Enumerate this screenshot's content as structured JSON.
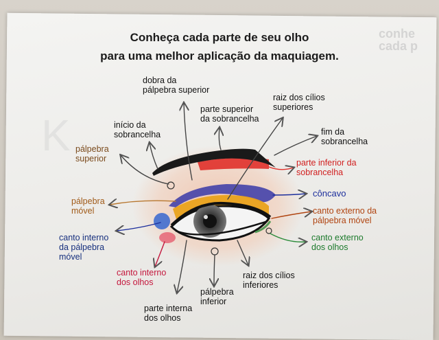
{
  "title": {
    "line1": "Conheça cada parte de seu olho",
    "line2": "para uma melhor aplicação da maquiagem."
  },
  "labels": {
    "dobra_palpebra": [
      "dobra da",
      "pálpebra superior"
    ],
    "parte_superior_sobrancelha": [
      "parte superior",
      "da sobrancelha"
    ],
    "raiz_cilios_superiores": [
      "raiz dos cílios",
      "superiores"
    ],
    "inicio_sobrancelha": [
      "início da",
      "sobrancelha"
    ],
    "fim_sobrancelha": [
      "fim da",
      "sobrancelha"
    ],
    "palpebra_superior": [
      "pálpebra",
      "superior"
    ],
    "parte_inferior_sobrancelha": [
      "parte inferior da",
      "sobrancelha"
    ],
    "concavo": [
      "côncavo"
    ],
    "palpebra_movel": [
      "pálpebra",
      "móvel"
    ],
    "canto_externo_palpebra_movel": [
      "canto externo da",
      "pálpebra móvel"
    ],
    "canto_interno_palpebra_movel": [
      "canto interno",
      "da pálpebra",
      "móvel"
    ],
    "canto_externo_olhos": [
      "canto externo",
      "dos olhos"
    ],
    "canto_interno_olhos": [
      "canto interno",
      "dos olhos"
    ],
    "raiz_cilios_inferiores": [
      "raiz dos cílios",
      "inferiores"
    ],
    "palpebra_inferior": [
      "pálpebra",
      "inferior"
    ],
    "parte_interna_olhos": [
      "parte interna",
      "dos olhos"
    ]
  },
  "background_text": {
    "ghost_small": [
      "conhe",
      "cada p"
    ],
    "ghost_large": "K"
  },
  "colors": {
    "brow": "#1a1a1a",
    "crease_blue": "#3a3aa8",
    "lid_orange": "#e9a21c",
    "brow_red": "#e0302a",
    "inner_blue": "#2a5fd0",
    "inner_pink": "#e2334f",
    "lower_green": "#2e8c3c"
  }
}
